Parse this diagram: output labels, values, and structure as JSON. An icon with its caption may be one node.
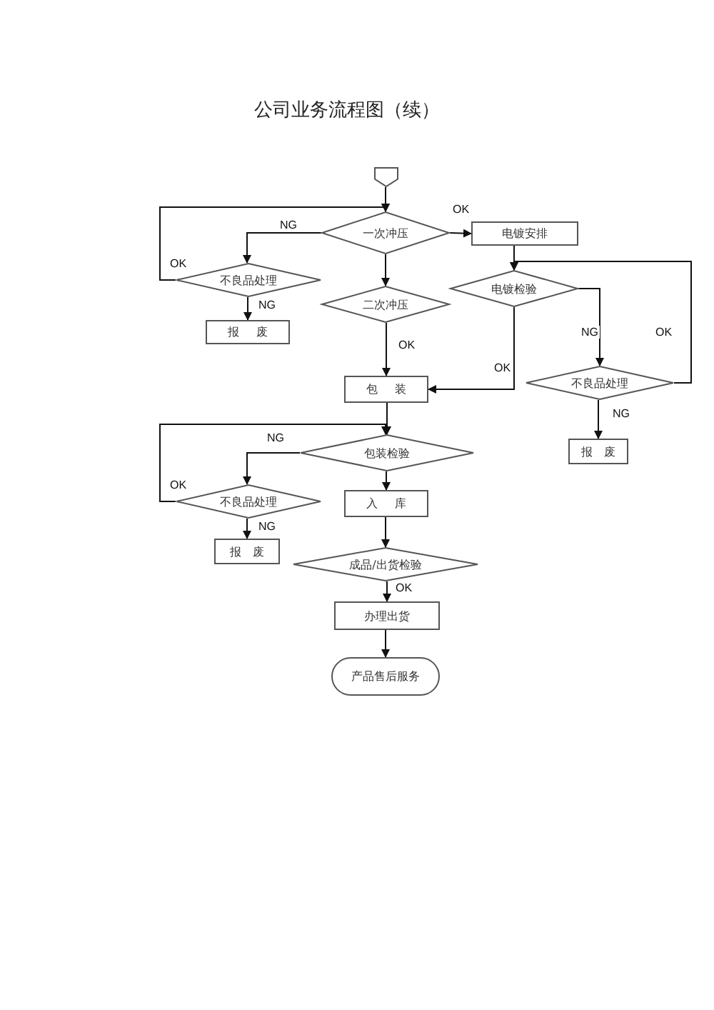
{
  "diagram": {
    "title": "公司业务流程图（续）",
    "nodes": [
      {
        "text": [],
        "shape": "pentagon"
      },
      {
        "text": [
          "一次冲压"
        ]
      },
      {
        "text": [
          "电镀安排"
        ]
      },
      {
        "text": [
          "不良品处理"
        ]
      },
      {
        "text": [
          "报废"
        ]
      },
      {
        "text": [
          "二次冲压"
        ]
      },
      {
        "text": [
          "电镀检验"
        ]
      },
      {
        "text": [
          "不良品处理"
        ]
      },
      {
        "text": [
          "报废"
        ]
      },
      {
        "text": [
          "包装"
        ]
      },
      {
        "text": [
          "包装检验"
        ]
      },
      {
        "text": [
          "不良品处理"
        ]
      },
      {
        "text": [
          "入库"
        ]
      },
      {
        "text": [
          "报废"
        ]
      },
      {
        "text": [
          "成品/出货检验"
        ]
      },
      {
        "text": [
          "办理出货"
        ]
      },
      {
        "text": [
          "产品售后服务"
        ]
      }
    ],
    "edges": [
      {
        "from": 0,
        "to": 1,
        "arrow": "to"
      },
      {
        "from": 1,
        "to": 2,
        "arrow": "to",
        "label": "OK"
      },
      {
        "from": 1,
        "to": 3,
        "arrow": "to",
        "label": "NG"
      },
      {
        "from": 3,
        "to": 1,
        "arrow": "to",
        "label": "OK"
      },
      {
        "from": 3,
        "to": 4,
        "arrow": "to",
        "label": "NG"
      },
      {
        "from": 1,
        "to": 5,
        "arrow": "to"
      },
      {
        "from": 5,
        "to": 9,
        "arrow": "to",
        "label": "OK"
      },
      {
        "from": 2,
        "to": 6,
        "arrow": "to"
      },
      {
        "from": 6,
        "to": 7,
        "arrow": "to",
        "label": "NG"
      },
      {
        "from": 6,
        "to": 9,
        "arrow": "to",
        "label": "OK"
      },
      {
        "from": 7,
        "to": 6,
        "arrow": "to",
        "label": "OK"
      },
      {
        "from": 7,
        "to": 8,
        "arrow": "to",
        "label": "NG"
      },
      {
        "from": 9,
        "to": 10,
        "arrow": "to"
      },
      {
        "from": 10,
        "to": 11,
        "arrow": "to",
        "label": "NG"
      },
      {
        "from": 11,
        "to": 10,
        "arrow": "to",
        "label": "OK"
      },
      {
        "from": 11,
        "to": 13,
        "arrow": "to",
        "label": "NG"
      },
      {
        "from": 10,
        "to": 12,
        "arrow": "to"
      },
      {
        "from": 12,
        "to": 14,
        "arrow": "to"
      },
      {
        "from": 14,
        "to": 15,
        "arrow": "to",
        "label": "OK"
      },
      {
        "from": 15,
        "to": 16,
        "arrow": "to"
      }
    ]
  }
}
